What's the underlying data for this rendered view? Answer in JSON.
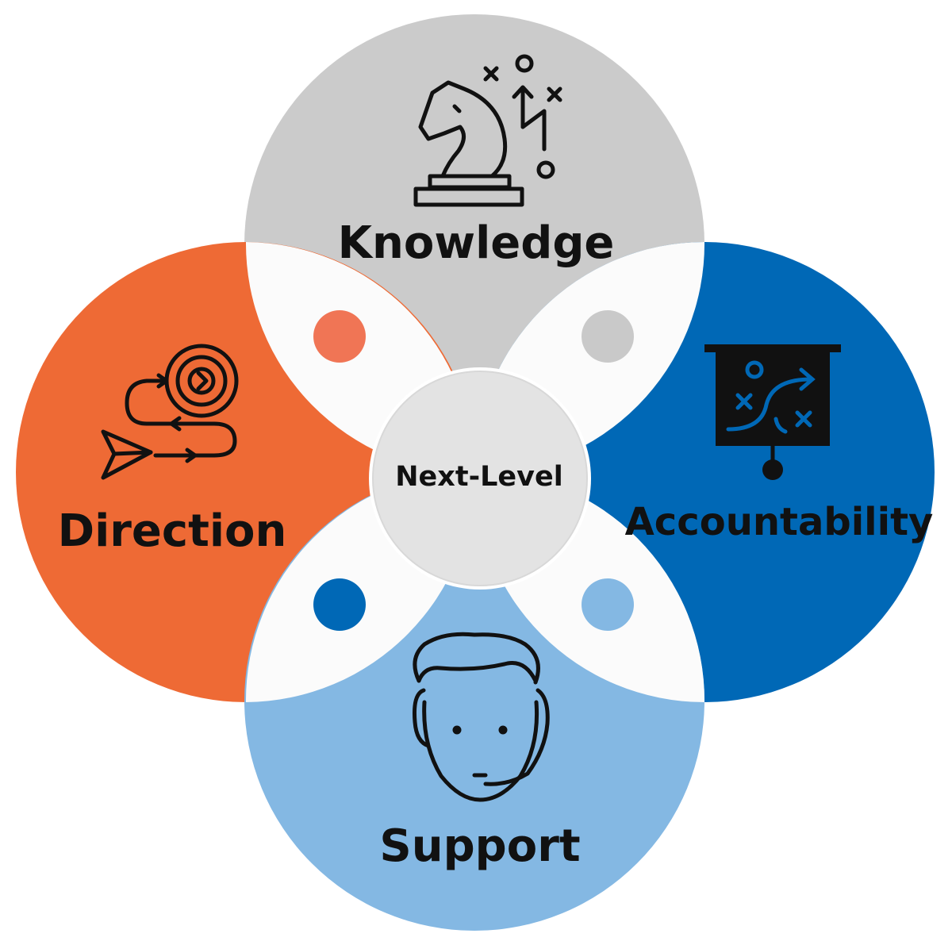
{
  "center": {
    "label": "Next-Level"
  },
  "segments": [
    {
      "id": "knowledge",
      "label": "Knowledge",
      "color": "#cbcbcb",
      "icon": "chess-knight-strategy-icon"
    },
    {
      "id": "direction",
      "label": "Direction",
      "color": "#ee6a35",
      "icon": "target-path-icon"
    },
    {
      "id": "accountability",
      "label": "Accountability",
      "color": "#0068b6",
      "icon": "strategy-board-icon"
    },
    {
      "id": "support",
      "label": "Support",
      "color": "#84b8e3",
      "icon": "headset-agent-icon"
    }
  ],
  "colors": {
    "lens_white": "#fbfbfb",
    "center_fill": "#e3e3e3",
    "dot_orange": "#f07555",
    "dot_gray": "#c9c9c9",
    "dot_blue": "#0068b6",
    "dot_light_blue": "#84b8e3"
  }
}
